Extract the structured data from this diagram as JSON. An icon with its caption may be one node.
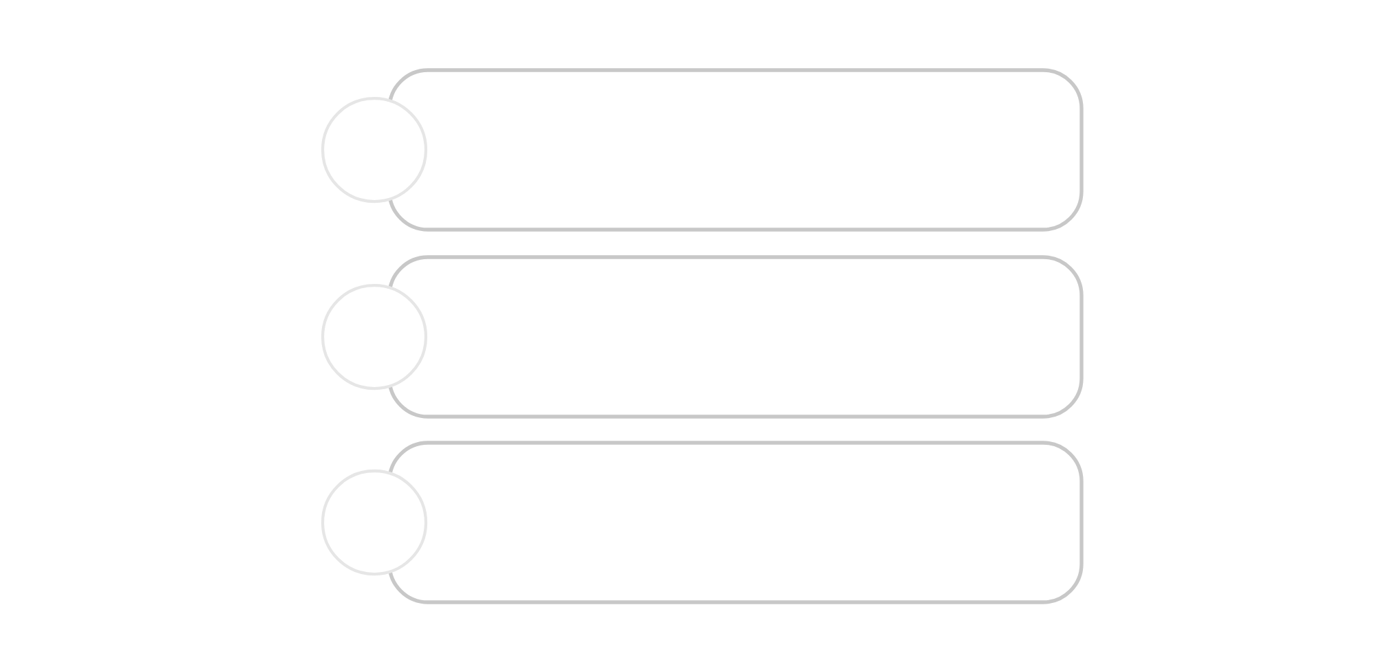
{
  "diagram": {
    "nodes": [
      {
        "text": [],
        "shape": "circle"
      },
      {
        "text": [],
        "shape": "box"
      },
      {
        "text": [],
        "shape": "circle"
      },
      {
        "text": [],
        "shape": "box"
      },
      {
        "text": [],
        "shape": "circle"
      },
      {
        "text": [],
        "shape": "box"
      }
    ]
  }
}
